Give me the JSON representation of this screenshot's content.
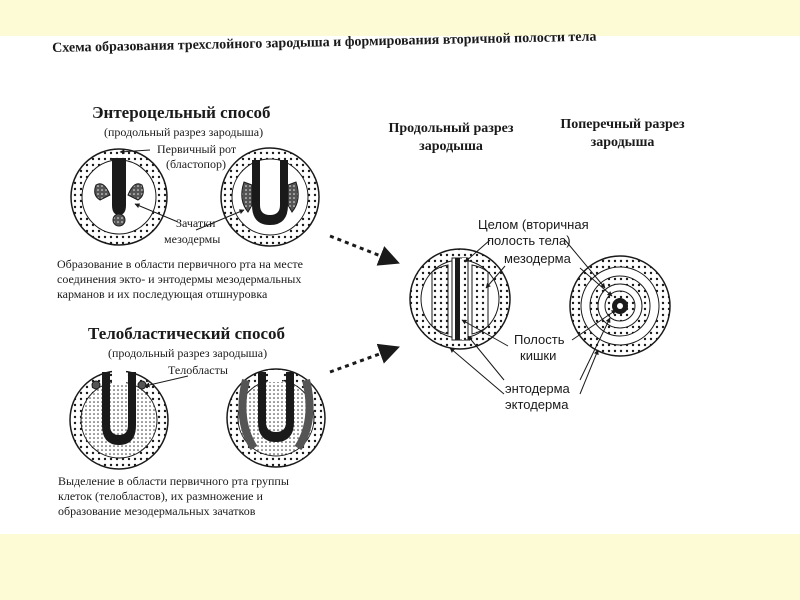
{
  "title": "Схема образования трехслойного зародыша и формирования вторичной полости тела",
  "enterocoel": {
    "heading": "Энтероцельный способ",
    "subheading": "(продольный разрез зародыша)",
    "label_mouth_1": "Первичный рот",
    "label_mouth_2": "(бластопор)",
    "label_meso_1": "Зачатки",
    "label_meso_2": "мезодермы",
    "description": "Образование в области первичного рта на месте соединения экто- и энтодермы мезодермальных карманов и их последующая отшнуровка"
  },
  "teloblast": {
    "heading": "Телобластический способ",
    "subheading": "(продольный разрез зародыша)",
    "label_teloblasts": "Телобласты",
    "description": "Выделение в области первичного рта группы клеток (телобластов), их размножение и образование мезодермальных зачатков"
  },
  "sections": {
    "longitudinal_1": "Продольный разрез",
    "longitudinal_2": "зародыша",
    "transverse_1": "Поперечный разрез",
    "transverse_2": "зародыша"
  },
  "labels": {
    "coelom_1": "Целом (вторичная",
    "coelom_2": "полость тела)",
    "mesoderm": "мезодерма",
    "gut_1": "Полость",
    "gut_2": "кишки",
    "endoderm": "энтодерма",
    "ectoderm": "эктодерма"
  },
  "colors": {
    "background": "#fcfbd6",
    "sheet": "#ffffff",
    "ink": "#1a1a1a"
  }
}
